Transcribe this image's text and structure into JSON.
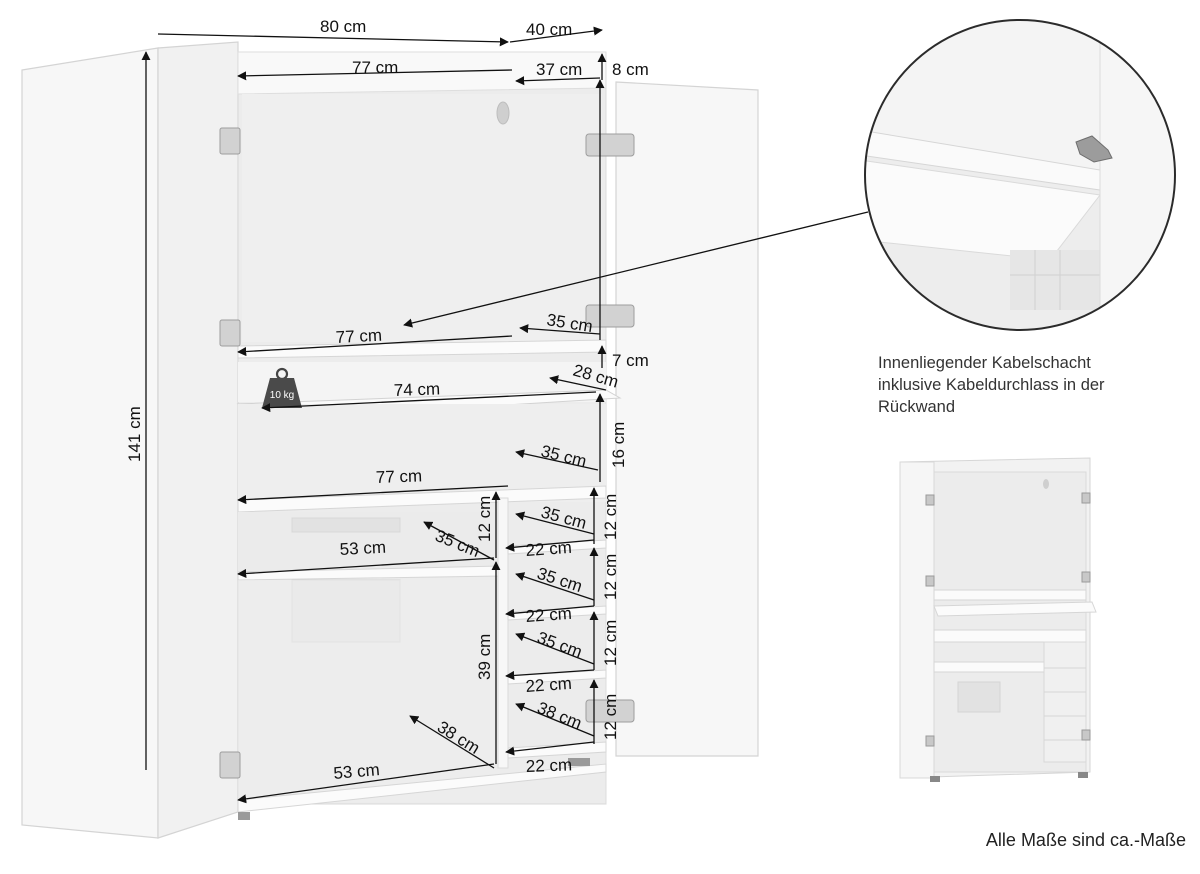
{
  "labels": {
    "w80": "80 cm",
    "d40": "40 cm",
    "w77_top": "77 cm",
    "d37": "37 cm",
    "h8": "8 cm",
    "h141": "141 cm",
    "w77_mid": "77 cm",
    "d35_top": "35 cm",
    "h7": "7 cm",
    "d28": "28 cm",
    "w74": "74 cm",
    "weight": "10 kg",
    "d35_shelf": "35 cm",
    "h16": "16 cm",
    "w77_low": "77 cm",
    "h12_left": "12 cm",
    "d35_left": "35 cm",
    "w53_top": "53 cm",
    "d35_c1": "35 cm",
    "h12_c1": "12 cm",
    "w22_1": "22 cm",
    "d35_c2": "35 cm",
    "h12_c2": "12 cm",
    "w22_2": "22 cm",
    "d35_c3": "35 cm",
    "h12_c3": "12 cm",
    "w22_3": "22 cm",
    "d38_c4": "38 cm",
    "h12_c4": "12 cm",
    "w22_4": "22 cm",
    "h39": "39 cm",
    "d38_bottom": "38 cm",
    "w53_bottom": "53 cm"
  },
  "caption_lines": [
    "Innenliegender Kabelschacht",
    "inklusive Kabeldurchlass in der",
    "Rückwand"
  ],
  "footnote": "Alle Maße sind ca.-Maße"
}
